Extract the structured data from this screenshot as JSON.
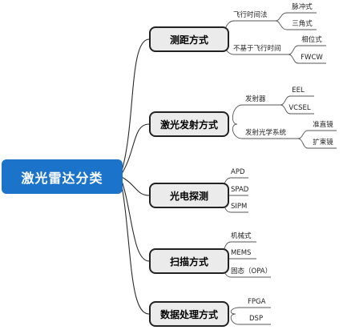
{
  "root": "激光雷达分类",
  "branches": [
    {
      "label": "测距方式",
      "groups": [
        {
          "label": "飞行时间法",
          "leaves": [
            "脉冲式",
            "三角式"
          ]
        },
        {
          "label": "不基于飞行时间",
          "leaves": [
            "相位式",
            "FWCW"
          ]
        }
      ]
    },
    {
      "label": "激光发射方式",
      "groups": [
        {
          "label": "发射器",
          "leaves": [
            "EEL",
            "VCSEL"
          ]
        },
        {
          "label": "发射光学系统",
          "leaves": [
            "准直镜",
            "扩束镜"
          ]
        }
      ]
    },
    {
      "label": "光电探测",
      "leaves": [
        "APD",
        "SPAD",
        "SIPM"
      ]
    },
    {
      "label": "扫描方式",
      "leaves": [
        "机械式",
        "MEMS",
        "固态（OPA）"
      ]
    },
    {
      "label": "数据处理方式",
      "leaves": [
        "FPGA",
        "DSP"
      ]
    }
  ]
}
